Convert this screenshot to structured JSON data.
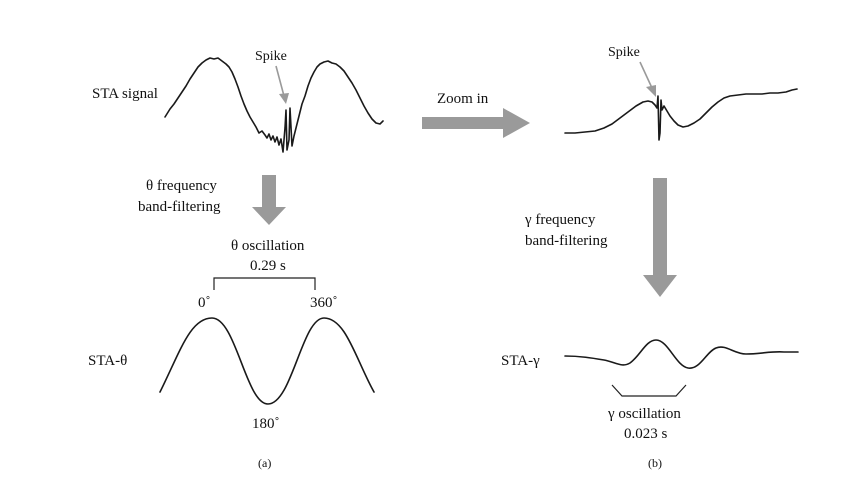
{
  "panel_a": {
    "sta_signal_label": "STA signal",
    "spike_label": "Spike",
    "filter_label_line1": "θ frequency",
    "filter_label_line2": "band-filtering",
    "oscillation_label": "θ oscillation",
    "period": "0.29 s",
    "phase_start": "0˚",
    "phase_end": "360˚",
    "phase_mid": "180˚",
    "sta_theta_label": "STA-θ",
    "caption": "(a)"
  },
  "middle": {
    "zoom_label": "Zoom in"
  },
  "panel_b": {
    "spike_label": "Spike",
    "filter_label_line1": "γ frequency",
    "filter_label_line2": "band-filtering",
    "sta_gamma_label": "STA-γ",
    "oscillation_label": "γ oscillation",
    "period": "0.023 s",
    "caption": "(b)"
  },
  "colors": {
    "arrow": "#9a9a9a",
    "trace": "#1a1a1a"
  }
}
